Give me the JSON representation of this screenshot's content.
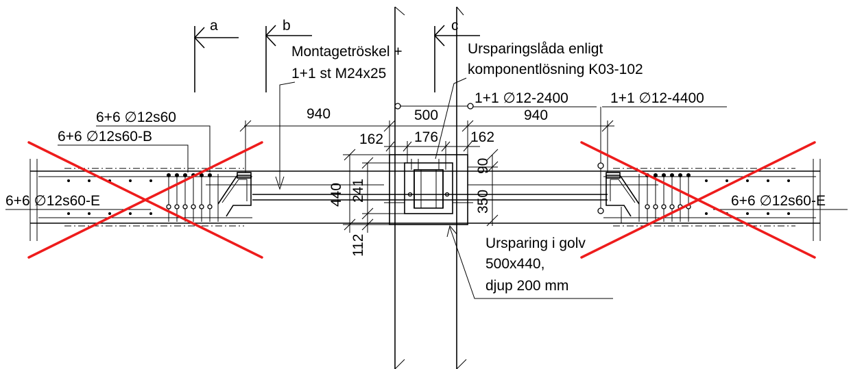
{
  "sections": {
    "a": "a",
    "b": "b",
    "c": "c"
  },
  "labels": {
    "threshold_1": "Montagetröskel +",
    "threshold_2": "1+1 st M24x25",
    "box_1": "Ursparingslåda enligt",
    "box_2": "komponentlösning K03-102",
    "bar_2400": "1+1 ∅12-2400",
    "bar_4400": "1+1 ∅12-4400",
    "rebar_s60": "6+6 ∅12s60",
    "rebar_s60_b": "6+6 ∅12s60-B",
    "rebar_left_e": "6+6 ∅12s60-E",
    "rebar_right_e": "6+6 ∅12s60-E",
    "recess_1": "Ursparing i golv",
    "recess_2": "500x440,",
    "recess_3": "djup 200 mm"
  },
  "dimensions": {
    "left_940": "940",
    "right_940": "940",
    "d500": "500",
    "d162_left": "162",
    "d176": "176",
    "d162_right": "162",
    "d90": "90",
    "d350": "350",
    "d440": "440",
    "d241": "241",
    "d112": "112"
  },
  "colors": {
    "line": "#000000",
    "cross_out": "#ee1c1c"
  }
}
